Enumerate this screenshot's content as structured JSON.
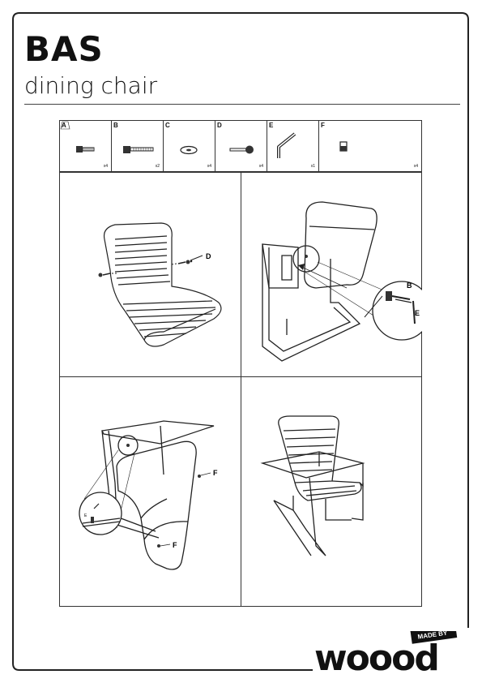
{
  "header": {
    "title": "BAS",
    "subtitle": "dining chair"
  },
  "parts": [
    {
      "letter": "A",
      "qty": "x4",
      "icon": "bolt-short-icon"
    },
    {
      "letter": "B",
      "qty": "x2",
      "icon": "bolt-long-icon"
    },
    {
      "letter": "C",
      "qty": "x4",
      "icon": "washer-icon"
    },
    {
      "letter": "D",
      "qty": "x4",
      "icon": "cap-bolt-icon"
    },
    {
      "letter": "E",
      "qty": "x1",
      "icon": "allen-key-icon"
    },
    {
      "letter": "F",
      "qty": "x4",
      "icon": "glide-icon"
    }
  ],
  "steps": {
    "step1": {
      "callout_d": "D"
    },
    "step2": {
      "callout_b": "B",
      "callout_e": "E"
    },
    "step3": {
      "callout_f1": "F",
      "callout_f2": "F",
      "callout_e": "E"
    },
    "step4": {}
  },
  "brand": {
    "badge": "MADE BY",
    "logo_text": "woood"
  }
}
